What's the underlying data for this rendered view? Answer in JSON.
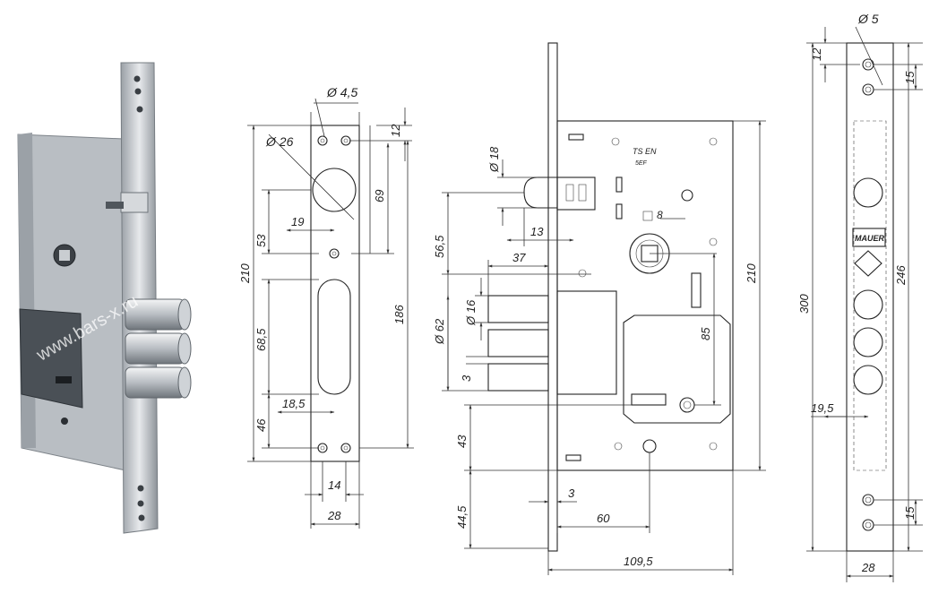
{
  "watermark": "www.bars-x.ru",
  "photo_label": "lock-photo",
  "front_view": {
    "dims": {
      "d_screw": "Ø 4,5",
      "d_cyl": "Ø 26",
      "top": "12",
      "d69": "69",
      "d19": "19",
      "d53": "53",
      "d210": "210",
      "d68": "68,5",
      "d186": "186",
      "d18": "18,5",
      "d46": "46",
      "d14": "14",
      "d28": "28"
    }
  },
  "side_view": {
    "label_top": "TS EN",
    "label_mid": "5EF",
    "dims": {
      "d18": "Ø 18",
      "d13": "13",
      "d56": "56,5",
      "d37": "37",
      "d16": "Ø 16",
      "d62": "Ø 62",
      "d3a": "3",
      "d8": "8",
      "d85": "85",
      "d210": "210",
      "d43": "43",
      "d3b": "3",
      "d60": "60",
      "d44": "44,5",
      "d109": "109,5"
    }
  },
  "faceplate_view": {
    "brand": "MAUER",
    "dims": {
      "d5": "Ø 5",
      "d12": "12",
      "d15a": "15",
      "d246": "246",
      "d300": "300",
      "d19": "19,5",
      "d15b": "15",
      "d28": "28"
    }
  }
}
